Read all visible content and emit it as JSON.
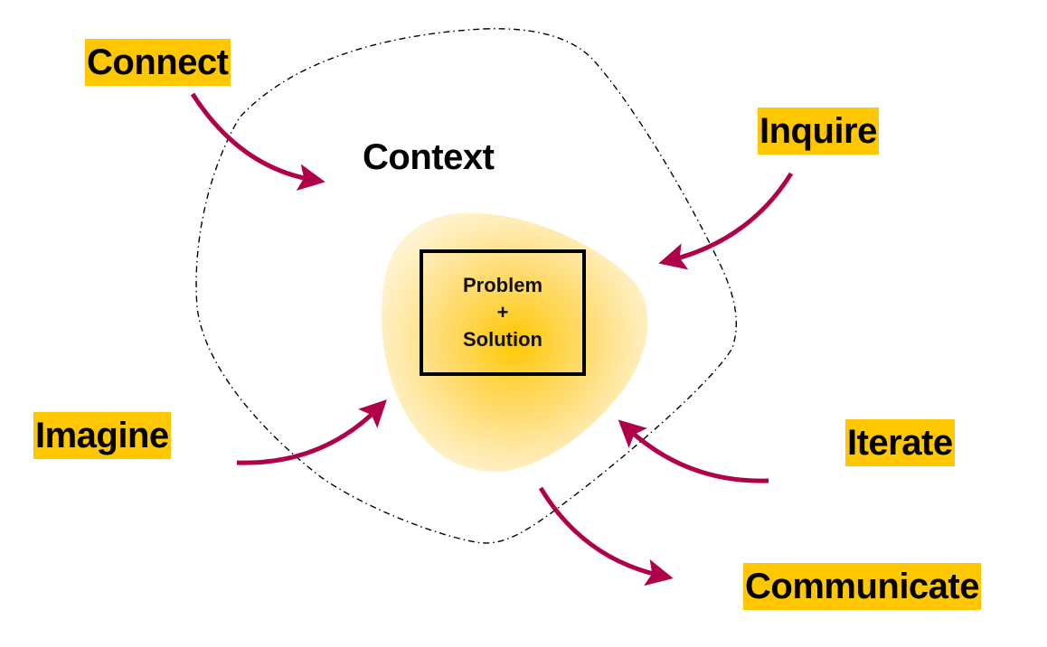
{
  "diagram": {
    "context_label": "Context",
    "core": {
      "line1": "Problem",
      "line2": "+",
      "line3": "Solution"
    },
    "actions": [
      {
        "label": "Connect",
        "direction": "inward"
      },
      {
        "label": "Inquire",
        "direction": "inward"
      },
      {
        "label": "Imagine",
        "direction": "inward"
      },
      {
        "label": "Iterate",
        "direction": "inward"
      },
      {
        "label": "Communicate",
        "direction": "outward"
      }
    ]
  },
  "colors": {
    "label_highlight": "#FFC700",
    "arrow": "#B0004A",
    "core_glow": "#FFC700",
    "outline": "#000000"
  }
}
